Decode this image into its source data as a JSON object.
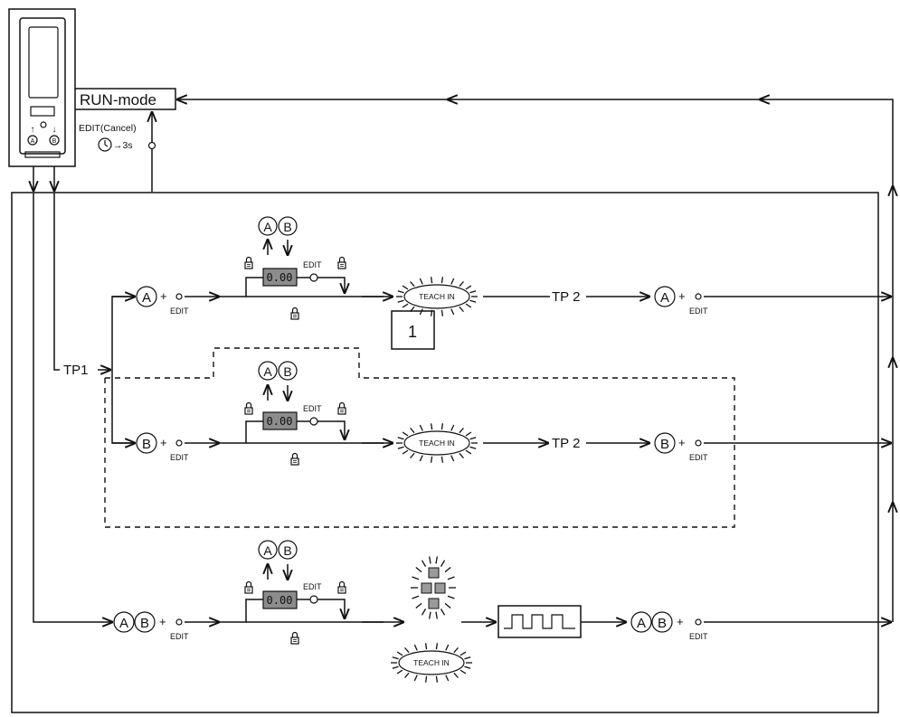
{
  "run_mode": {
    "label": "RUN-mode"
  },
  "edit_cancel": {
    "label": "EDIT(Cancel)",
    "timer": "→3s"
  },
  "tp1": {
    "label": "TP1"
  },
  "tp2": {
    "label": "TP 2"
  },
  "edit_label": "EDIT",
  "display_value": "0.00",
  "button_a": "A",
  "button_b": "B",
  "teach_in": "TEACH IN",
  "callout": "1",
  "device": {
    "arrow_up": "↑",
    "arrow_down": "↓"
  }
}
